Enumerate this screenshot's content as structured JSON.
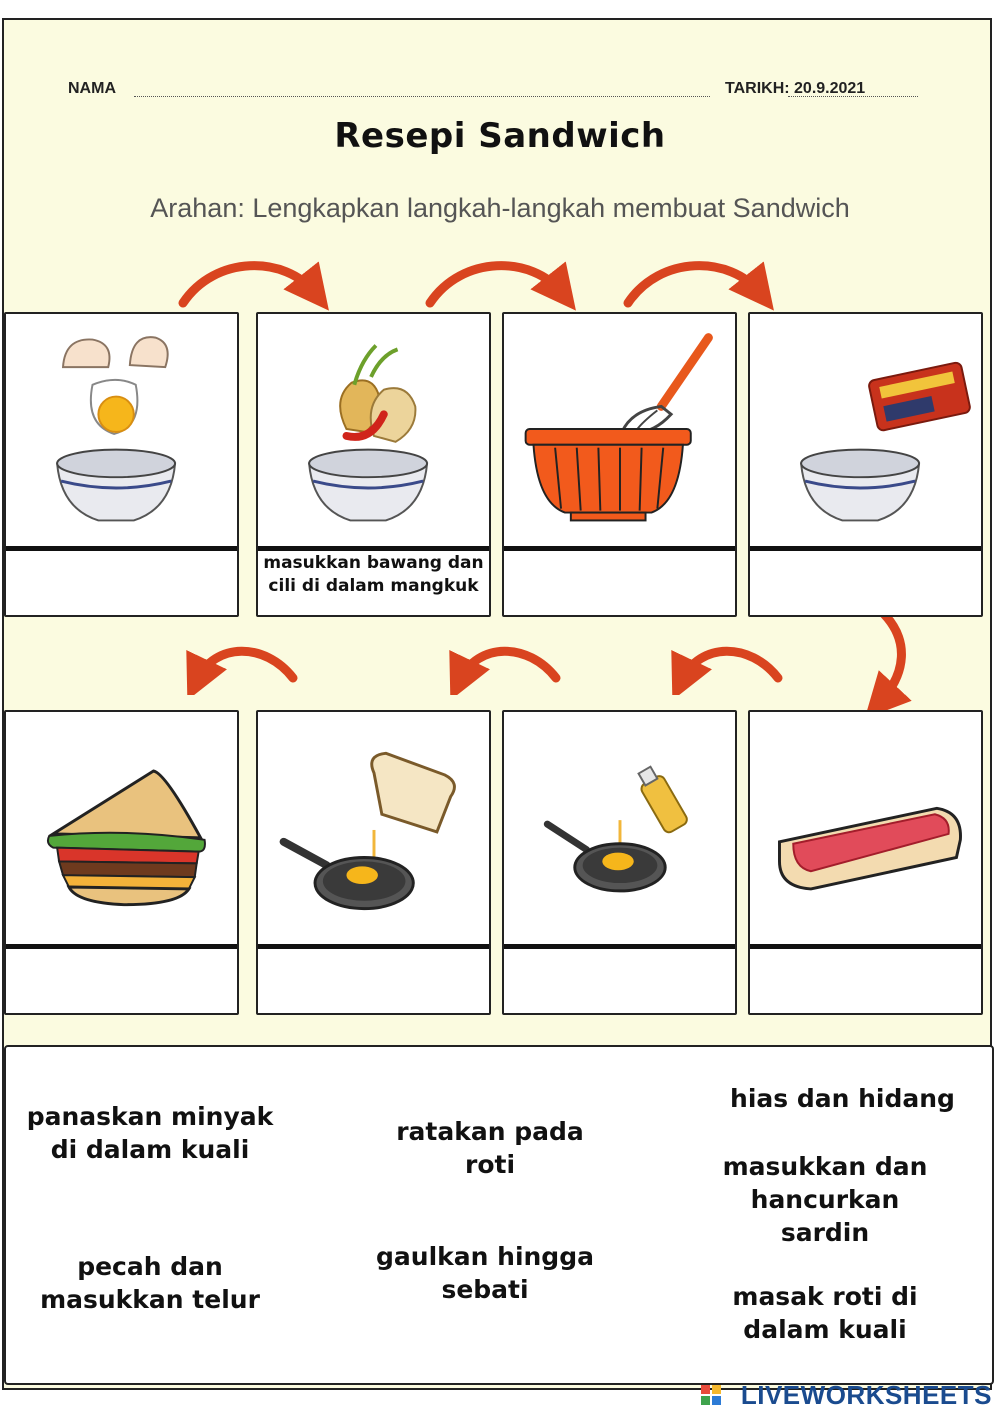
{
  "header": {
    "name_label": "NAMA",
    "date_label": "TARIKH: 20.9.2021"
  },
  "title": "Resepi Sandwich",
  "instruction": "Arahan: Lengkapkan langkah-langkah membuat Sandwich",
  "steps": [
    {
      "icon": "eggs-into-bowl-icon",
      "answer": ""
    },
    {
      "icon": "onion-chili-bowl-icon",
      "answer": "masukkan bawang dan cili di dalam mangkuk"
    },
    {
      "icon": "whisk-bowl-icon",
      "answer": ""
    },
    {
      "icon": "sardine-can-bowl-icon",
      "answer": ""
    },
    {
      "icon": "sardine-bread-icon",
      "answer": ""
    },
    {
      "icon": "oil-pan-icon",
      "answer": ""
    },
    {
      "icon": "bread-pan-icon",
      "answer": ""
    },
    {
      "icon": "sandwich-icon",
      "answer": ""
    }
  ],
  "word_bank": [
    "panaskan minyak di dalam kuali",
    "pecah dan masukkan telur",
    "ratakan pada roti",
    "gaulkan hingga sebati",
    "hias dan hidang",
    "masukkan dan hancurkan sardin",
    "masak roti di dalam kuali"
  ],
  "brand": "LIVEWORKSHEETS",
  "colors": {
    "page": "#fbfbe0",
    "arrow": "#d9441f",
    "bowl_orange": "#f25a1c",
    "brand": "#1a4b8f"
  }
}
